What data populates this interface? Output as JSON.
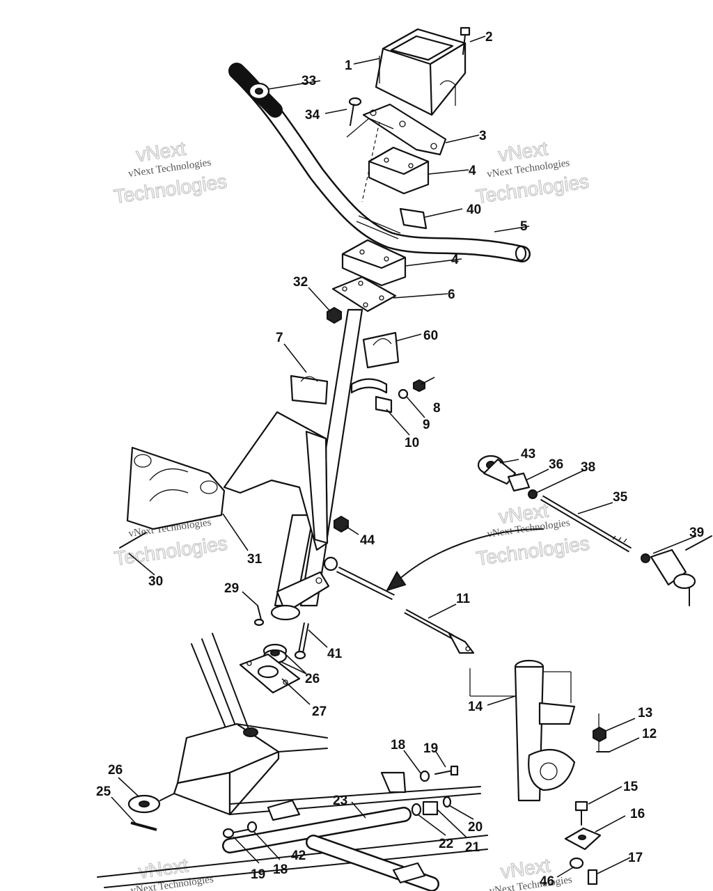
{
  "watermark": {
    "brand_line": "vNext Technologies",
    "outline_top": "vNext",
    "outline_bottom": "Technologies"
  },
  "callouts": [
    {
      "id": "c1",
      "text": "1"
    },
    {
      "id": "c2",
      "text": "2"
    },
    {
      "id": "c3",
      "text": "3"
    },
    {
      "id": "c4a",
      "text": "4"
    },
    {
      "id": "c4b",
      "text": "4"
    },
    {
      "id": "c5",
      "text": "5"
    },
    {
      "id": "c6",
      "text": "6"
    },
    {
      "id": "c7",
      "text": "7"
    },
    {
      "id": "c8",
      "text": "8"
    },
    {
      "id": "c9",
      "text": "9"
    },
    {
      "id": "c10",
      "text": "10"
    },
    {
      "id": "c11",
      "text": "11"
    },
    {
      "id": "c12",
      "text": "12"
    },
    {
      "id": "c13",
      "text": "13"
    },
    {
      "id": "c14",
      "text": "14"
    },
    {
      "id": "c15",
      "text": "15"
    },
    {
      "id": "c16",
      "text": "16"
    },
    {
      "id": "c17",
      "text": "17"
    },
    {
      "id": "c18a",
      "text": "18"
    },
    {
      "id": "c18b",
      "text": "18"
    },
    {
      "id": "c19a",
      "text": "19"
    },
    {
      "id": "c19b",
      "text": "19"
    },
    {
      "id": "c20",
      "text": "20"
    },
    {
      "id": "c21",
      "text": "21"
    },
    {
      "id": "c22",
      "text": "22"
    },
    {
      "id": "c23",
      "text": "23"
    },
    {
      "id": "c25",
      "text": "25"
    },
    {
      "id": "c26a",
      "text": "26"
    },
    {
      "id": "c26b",
      "text": "26"
    },
    {
      "id": "c27",
      "text": "27"
    },
    {
      "id": "c29",
      "text": "29"
    },
    {
      "id": "c30",
      "text": "30"
    },
    {
      "id": "c31",
      "text": "31"
    },
    {
      "id": "c32",
      "text": "32"
    },
    {
      "id": "c33",
      "text": "33"
    },
    {
      "id": "c34",
      "text": "34"
    },
    {
      "id": "c35",
      "text": "35"
    },
    {
      "id": "c36",
      "text": "36"
    },
    {
      "id": "c38",
      "text": "38"
    },
    {
      "id": "c39",
      "text": "39"
    },
    {
      "id": "c40",
      "text": "40"
    },
    {
      "id": "c41",
      "text": "41"
    },
    {
      "id": "c42",
      "text": "42"
    },
    {
      "id": "c43",
      "text": "43"
    },
    {
      "id": "c44",
      "text": "44"
    },
    {
      "id": "c46",
      "text": "46"
    },
    {
      "id": "c60",
      "text": "60"
    }
  ]
}
